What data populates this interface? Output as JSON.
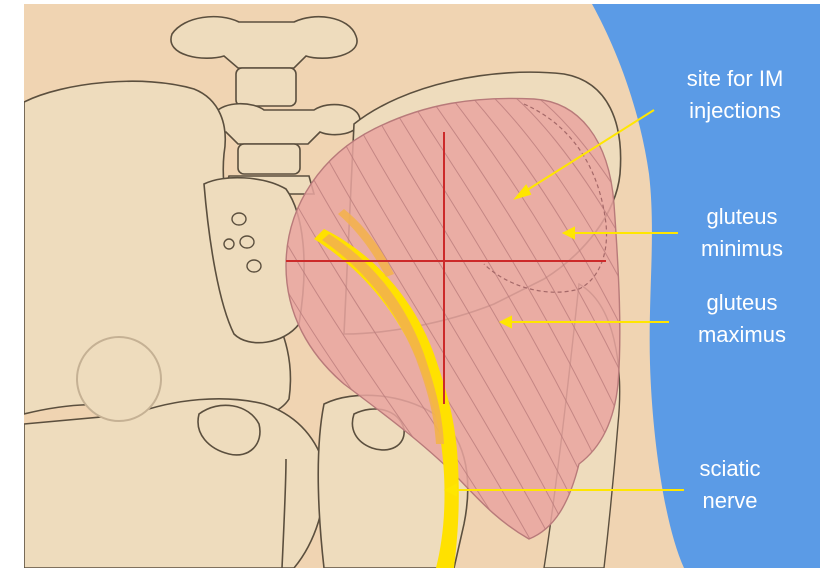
{
  "labels": {
    "site_line1": "site for IM",
    "site_line2": "injections",
    "gmin_line1": "gluteus",
    "gmin_line2": "minimus",
    "gmax_line1": "gluteus",
    "gmax_line2": "maximus",
    "sciatic_line1": "sciatic",
    "sciatic_line2": "nerve"
  },
  "colors": {
    "skin": "#f0d4b2",
    "bone": "#eedcbd",
    "bone_outline": "#5b4f3e",
    "muscle": "#e9a4a0",
    "muscle_stripe": "#b87a7a",
    "crosshair": "#cc2a2a",
    "nerve": "#ffe100",
    "nerve_inner": "#f3b24a",
    "label_panel": "#5b9be6",
    "pointer": "#ffe600",
    "label_text": "#ffffff"
  }
}
